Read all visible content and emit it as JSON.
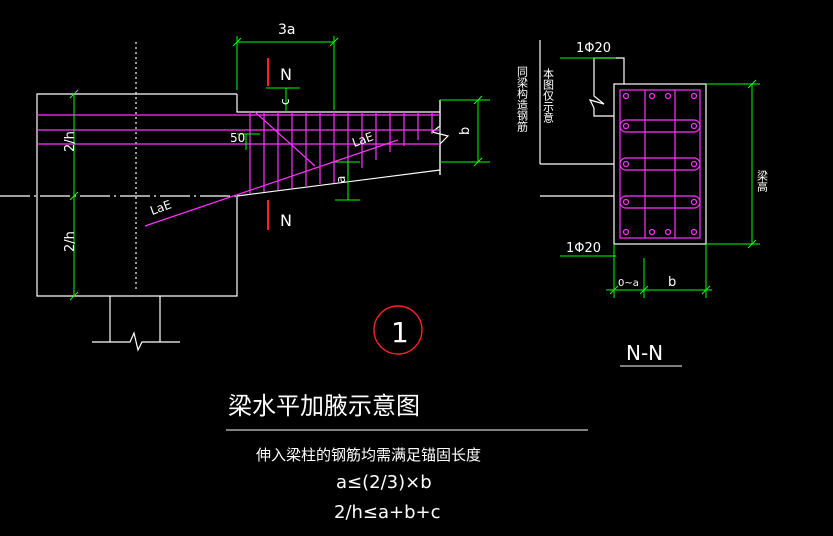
{
  "colors": {
    "background": "#000000",
    "outline": "#ffffff",
    "rebar": "#ff33ff",
    "dimension": "#00ff00",
    "section_mark": "#ff2020",
    "circle": "#ff2020"
  },
  "labels": {
    "dim_3a": "3a",
    "section_n_top": "N",
    "section_n_bottom": "N",
    "dim_c": "c",
    "dim_50": "50",
    "dim_b": "b",
    "dim_a": "a",
    "dim_2h_upper": "2/h",
    "dim_2h_lower": "2/h",
    "lae_left": "LaE",
    "lae_right": "LaE",
    "detail_number": "1",
    "section_title": "N-N",
    "note_vertical_line1": "同梁构造钢筋",
    "note_vertical_line2": "本图仅示意",
    "rebar_top": "1Φ20",
    "rebar_bottom": "1Φ20",
    "dim_beam_height": "梁高",
    "dim_section_a": "0~a",
    "dim_section_b": "b"
  },
  "text": {
    "title": "梁水平加腋示意图",
    "note": "伸入梁柱的钢筋均需满足锚固长度",
    "formula1": "a≤(2/3)×b",
    "formula2": "2/h≤a+b+c"
  }
}
